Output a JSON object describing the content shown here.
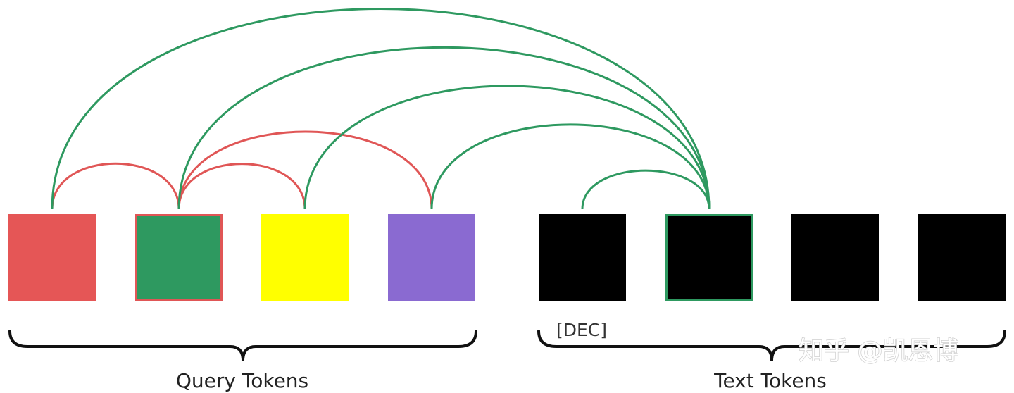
{
  "colors": {
    "attention_query": "#e05656",
    "attention_text": "#2e9960",
    "brace": "#111111"
  },
  "tokens": [
    {
      "group": "query",
      "fill": "#e55656",
      "border": "#e55656"
    },
    {
      "group": "query",
      "fill": "#2e9960",
      "border": "#e05656"
    },
    {
      "group": "query",
      "fill": "#ffff00",
      "border": "#ffff00"
    },
    {
      "group": "query",
      "fill": "#8a6ad1",
      "border": "#8a6ad1"
    },
    {
      "group": "text",
      "fill": "#000000",
      "border": "#000000"
    },
    {
      "group": "text",
      "fill": "#000000",
      "border": "#2e9960"
    },
    {
      "group": "text",
      "fill": "#000000",
      "border": "#000000"
    },
    {
      "group": "text",
      "fill": "#000000",
      "border": "#000000"
    }
  ],
  "arcs": [
    {
      "from": 0,
      "to": 1,
      "kind": "query"
    },
    {
      "from": 1,
      "to": 2,
      "kind": "query"
    },
    {
      "from": 1,
      "to": 3,
      "kind": "query"
    },
    {
      "from": 0,
      "to": 5,
      "kind": "text"
    },
    {
      "from": 1,
      "to": 5,
      "kind": "text"
    },
    {
      "from": 2,
      "to": 5,
      "kind": "text"
    },
    {
      "from": 3,
      "to": 5,
      "kind": "text"
    },
    {
      "from": 4,
      "to": 5,
      "kind": "text"
    }
  ],
  "labels": {
    "query_group": "Query Tokens",
    "text_group": "Text Tokens",
    "dec": "[DEC]",
    "watermark": "知乎 @凯恩博"
  }
}
